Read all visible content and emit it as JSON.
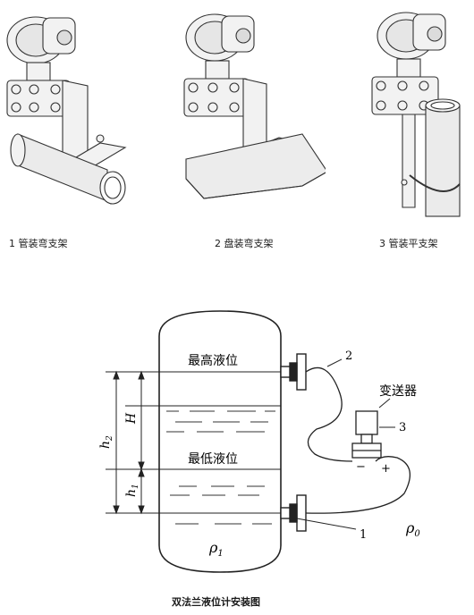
{
  "captions": {
    "pipe_bent": "1 管装弯支架",
    "plate_bent": "2 盘装弯支架",
    "pipe_flat": "3 管装平支架"
  },
  "diagram": {
    "max_level": "最高液位",
    "min_level": "最低液位",
    "transmitter": "变送器",
    "label_1": "1",
    "label_2": "2",
    "label_3": "3",
    "minus": "−",
    "plus": "+",
    "h2": "h",
    "h2_sub": "2",
    "H": "H",
    "h1": "h",
    "h1_sub": "1",
    "rho1": "ρ",
    "rho1_sub": "1",
    "rho0": "ρ",
    "rho0_sub": "0"
  },
  "title": "双法兰液位计安装图"
}
